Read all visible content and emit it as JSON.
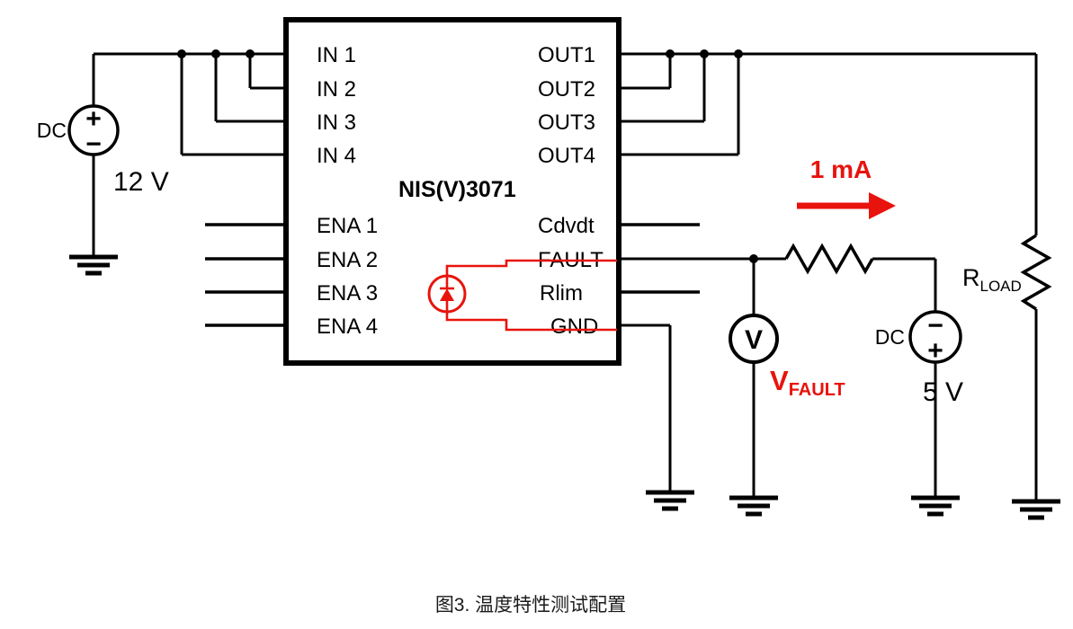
{
  "colors": {
    "accent_red": "#e8130d",
    "wire_black": "#000000"
  },
  "ic": {
    "name": "NIS(V)3071",
    "left_pins": [
      "IN 1",
      "IN 2",
      "IN 3",
      "IN 4",
      "ENA 1",
      "ENA 2",
      "ENA 3",
      "ENA 4"
    ],
    "right_pins": [
      "OUT1",
      "OUT2",
      "OUT3",
      "OUT4",
      "Cdvdt",
      "FAULT",
      "Rlim",
      "GND"
    ]
  },
  "source_12v": {
    "label": "DC",
    "plus": "+",
    "minus": "−",
    "value": "12 V"
  },
  "source_5v": {
    "label": "DC",
    "plus": "+",
    "minus": "−",
    "value": "5 V"
  },
  "voltmeter": {
    "symbol": "V"
  },
  "annotations": {
    "current": "1 mA",
    "vfault_main": "V",
    "vfault_sub": "FAULT",
    "rload_main": "R",
    "rload_sub": "LOAD"
  },
  "caption": "图3. 温度特性测试配置"
}
